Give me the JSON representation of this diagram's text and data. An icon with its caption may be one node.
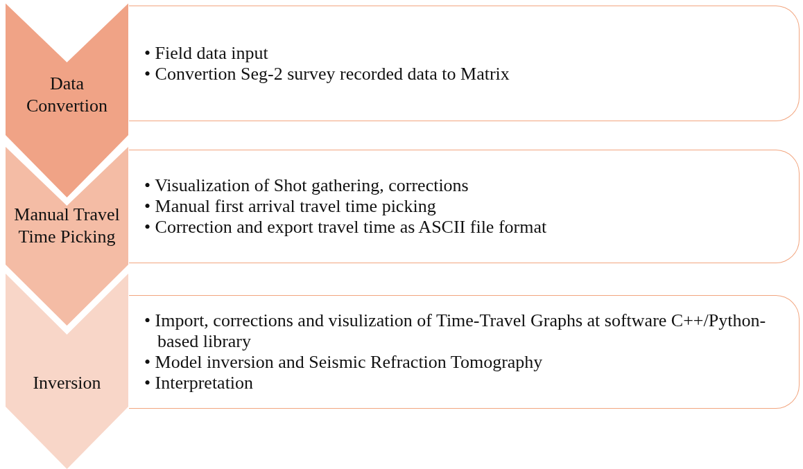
{
  "diagram": {
    "nodes": [
      {
        "text": [
          "Data Convertion"
        ]
      },
      {
        "text": [
          "Manual Travel Time Picking"
        ]
      },
      {
        "text": [
          "Inversion"
        ]
      },
      {
        "text": [
          "• Field data input",
          "• Convertion Seg-2 survey recorded data to Matrix"
        ]
      },
      {
        "text": [
          "• Visualization of Shot gathering, corrections",
          "• Manual first arrival travel time picking",
          "• Correction and export travel time as ASCII file format"
        ]
      },
      {
        "text": [
          "• Import, corrections and visulization of Time-Travel Graphs at software C++/Python-based library",
          "• Model inversion and Seismic Refraction Tomography",
          "• Interpretation"
        ]
      }
    ],
    "edges": []
  }
}
